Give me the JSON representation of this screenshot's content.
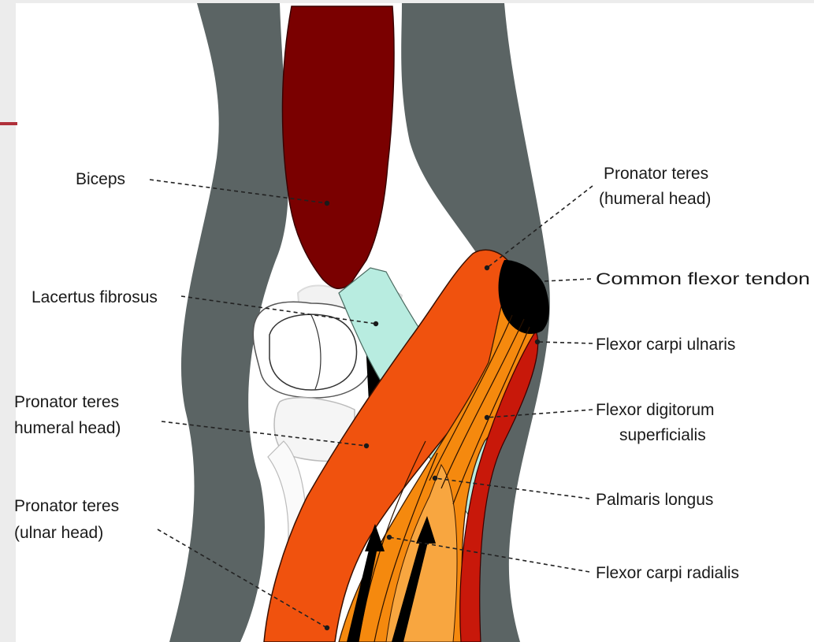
{
  "labels": {
    "biceps": "Biceps",
    "lacertus_fibrosus": "Lacertus fibrosus",
    "pronator_humeral_left": [
      "Pronator teres",
      "humeral head)"
    ],
    "pronator_ulnar_left": [
      "Pronator teres",
      "(ulnar head)"
    ],
    "pronator_humeral_right": [
      "Pronator teres",
      "(humeral head)"
    ],
    "common_flexor_tendon": "Common flexor tendon",
    "flexor_carpi_ulnaris": "Flexor carpi ulnaris",
    "flexor_digitorum_superficialis": [
      "Flexor digitorum",
      "superficialis"
    ],
    "palmaris_longus": "Palmaris longus",
    "flexor_carpi_radialis": "Flexor carpi radialis"
  },
  "colors": {
    "page_background": "#ececec",
    "canvas_background": "#ffffff",
    "accent_rule": "#b0303a",
    "skin_outline": "#5b6464",
    "biceps": "#7a0000",
    "pronator_teres": "#f0520e",
    "flexor_muscles": "#f5890e",
    "flexor_carpi_ulnaris": "#c8180a",
    "lacertus_fibrosus": "#b8ece0",
    "tendon": "#000000",
    "bone": "#ffffff"
  }
}
